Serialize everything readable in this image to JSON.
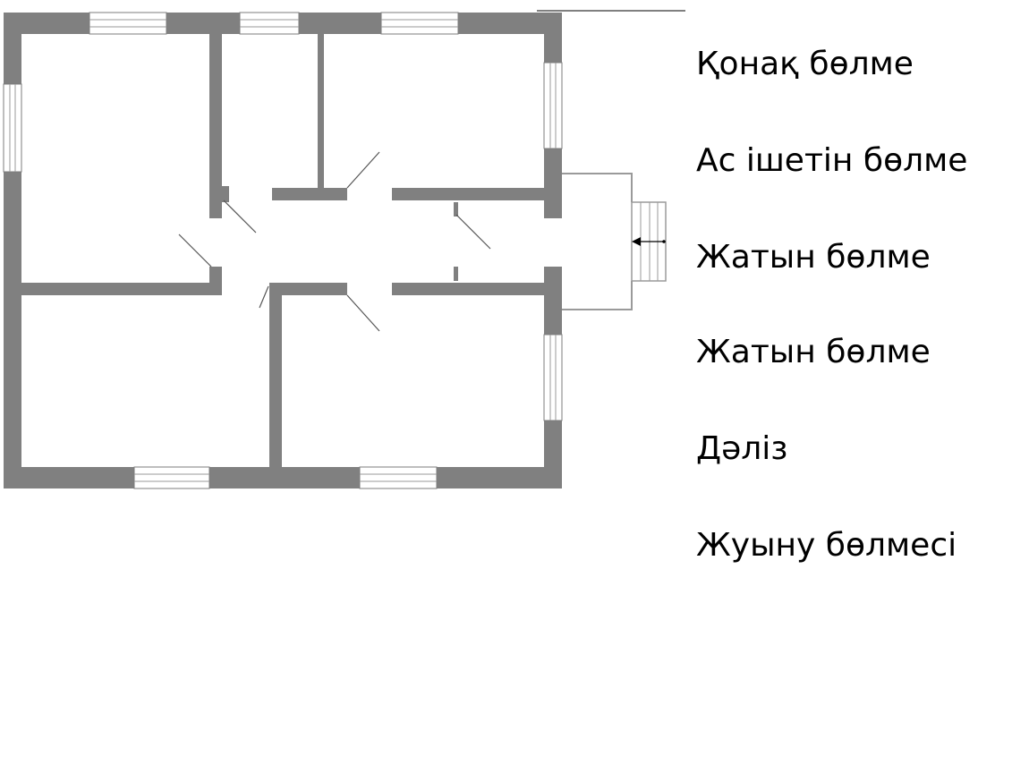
{
  "diagram": {
    "type": "floor-plan",
    "wall_color": "#808080",
    "background_color": "#ffffff",
    "entrance_arrow": "arrow-left-icon"
  },
  "labels": [
    "Қонақ бөлме",
    "Ас ішетін бөлме",
    "Жатын бөлме",
    "Жатын бөлме",
    "Дәліз",
    "Жуыну бөлмесі"
  ]
}
